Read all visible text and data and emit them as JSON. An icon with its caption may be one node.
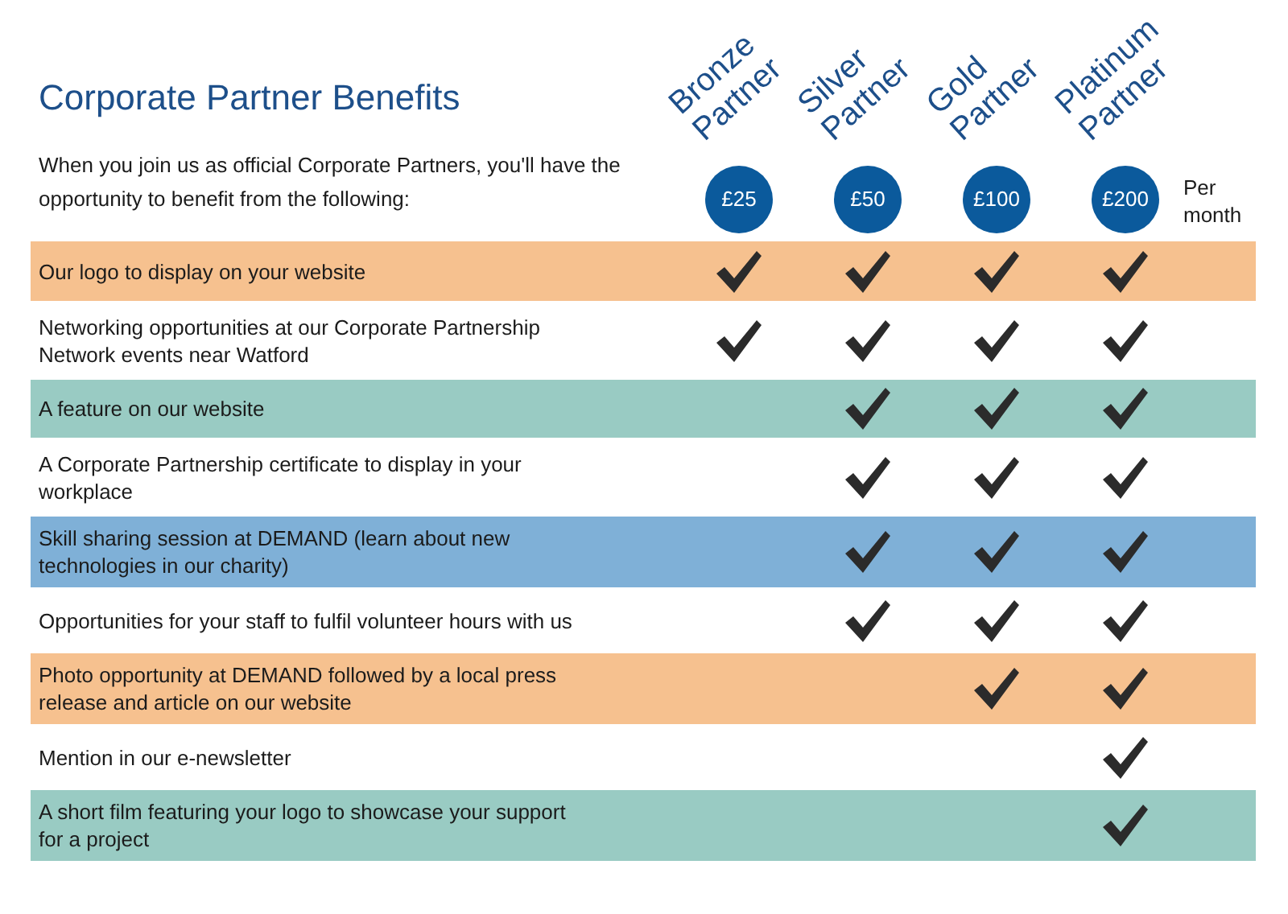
{
  "diagram": {
    "title": "Corporate Partner Benefits",
    "nodes": [
      {
        "text": [
          "£25"
        ]
      },
      {
        "text": [
          "£50"
        ]
      },
      {
        "text": [
          "£100"
        ]
      },
      {
        "text": [
          "£200"
        ]
      },
      {
        "text": [
          "Our logo to display on your website"
        ]
      },
      {
        "text": [],
        "shape": "check",
        "in": 4
      },
      {
        "text": [],
        "shape": "check",
        "in": 4
      },
      {
        "text": [],
        "shape": "check",
        "in": 4
      },
      {
        "text": [],
        "shape": "check",
        "in": 4
      },
      {
        "text": [
          "Networking opportunities at our Corporate Partnership Network events near Watford"
        ]
      },
      {
        "text": [],
        "shape": "check",
        "in": 9
      },
      {
        "text": [],
        "shape": "check",
        "in": 9
      },
      {
        "text": [],
        "shape": "check",
        "in": 9
      },
      {
        "text": [],
        "shape": "check",
        "in": 9
      },
      {
        "text": [
          "A feature on our website"
        ]
      },
      {
        "text": [],
        "shape": "check",
        "in": 14
      },
      {
        "text": [],
        "shape": "check",
        "in": 14
      },
      {
        "text": [],
        "shape": "check",
        "in": 14
      },
      {
        "text": [
          "A Corporate Partnership certificate to display in your workplace"
        ]
      },
      {
        "text": [],
        "shape": "check",
        "in": 18
      },
      {
        "text": [],
        "shape": "check",
        "in": 18
      },
      {
        "text": [],
        "shape": "check",
        "in": 18
      },
      {
        "text": [
          "Skill sharing session at DEMAND (learn about new technologies in our charity)"
        ]
      },
      {
        "text": [],
        "shape": "check",
        "in": 22
      },
      {
        "text": [],
        "shape": "check",
        "in": 22
      },
      {
        "text": [],
        "shape": "check",
        "in": 22
      },
      {
        "text": [
          "Opportunities for your staff to fulfil volunteer hours with us"
        ]
      },
      {
        "text": [],
        "shape": "check",
        "in": 26
      },
      {
        "text": [],
        "shape": "check",
        "in": 26
      },
      {
        "text": [],
        "shape": "check",
        "in": 26
      },
      {
        "text": [
          "Photo opportunity at DEMAND followed by a local press release and article on our website"
        ]
      },
      {
        "text": [],
        "shape": "check",
        "in": 30
      },
      {
        "text": [],
        "shape": "check",
        "in": 30
      },
      {
        "text": [
          "Mention in our e-newsletter"
        ]
      },
      {
        "text": [],
        "shape": "check",
        "in": 33
      },
      {
        "text": [
          "A short film featuring your logo to showcase your support for a project"
        ]
      },
      {
        "text": [],
        "shape": "check",
        "in": 35
      }
    ],
    "labels": [
      "When you join us as official Corporate Partners, you'll have the opportunity to benefit from the following:",
      "Bronze Partner",
      "Silver Partner",
      "Gold Partner",
      "Platinum Partner",
      "Per month"
    ]
  }
}
